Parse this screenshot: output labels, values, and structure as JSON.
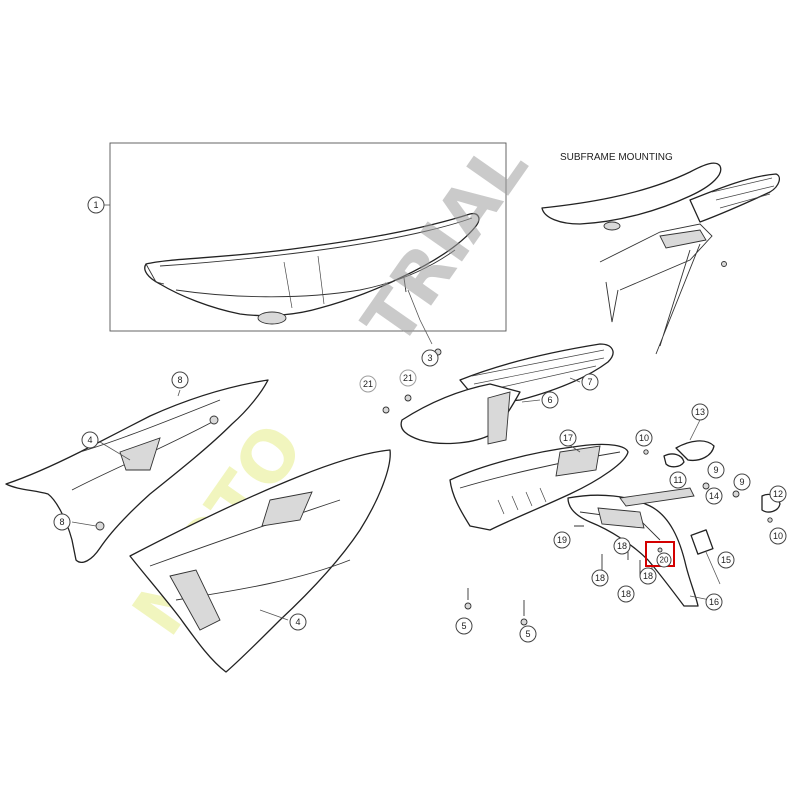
{
  "diagram": {
    "heading": "SUBFRAME MOUNTING",
    "watermark": {
      "part_a": "MOTO",
      "part_b": "TRIAL",
      "color_a": "#dfe86f",
      "color_b": "#9e9e9e"
    },
    "highlight_color": "#d40000",
    "callouts": [
      {
        "id": "c-1",
        "label": "1"
      },
      {
        "id": "c-3",
        "label": "3"
      },
      {
        "id": "c-21a",
        "label": "21"
      },
      {
        "id": "c-21b",
        "label": "21"
      },
      {
        "id": "c-8a",
        "label": "8"
      },
      {
        "id": "c-4a",
        "label": "4"
      },
      {
        "id": "c-8b",
        "label": "8"
      },
      {
        "id": "c-4b",
        "label": "4"
      },
      {
        "id": "c-7",
        "label": "7"
      },
      {
        "id": "c-6",
        "label": "6"
      },
      {
        "id": "c-13",
        "label": "13"
      },
      {
        "id": "c-10a",
        "label": "10"
      },
      {
        "id": "c-17",
        "label": "17"
      },
      {
        "id": "c-11",
        "label": "11"
      },
      {
        "id": "c-9a",
        "label": "9"
      },
      {
        "id": "c-9b",
        "label": "9"
      },
      {
        "id": "c-12",
        "label": "12"
      },
      {
        "id": "c-14",
        "label": "14"
      },
      {
        "id": "c-10b",
        "label": "10"
      },
      {
        "id": "c-19",
        "label": "19"
      },
      {
        "id": "c-18a",
        "label": "18"
      },
      {
        "id": "c-18b",
        "label": "18"
      },
      {
        "id": "c-18c",
        "label": "18"
      },
      {
        "id": "c-18d",
        "label": "18"
      },
      {
        "id": "c-20",
        "label": "20"
      },
      {
        "id": "c-15",
        "label": "15"
      },
      {
        "id": "c-16",
        "label": "16"
      },
      {
        "id": "c-5a",
        "label": "5"
      },
      {
        "id": "c-5b",
        "label": "5"
      }
    ]
  }
}
